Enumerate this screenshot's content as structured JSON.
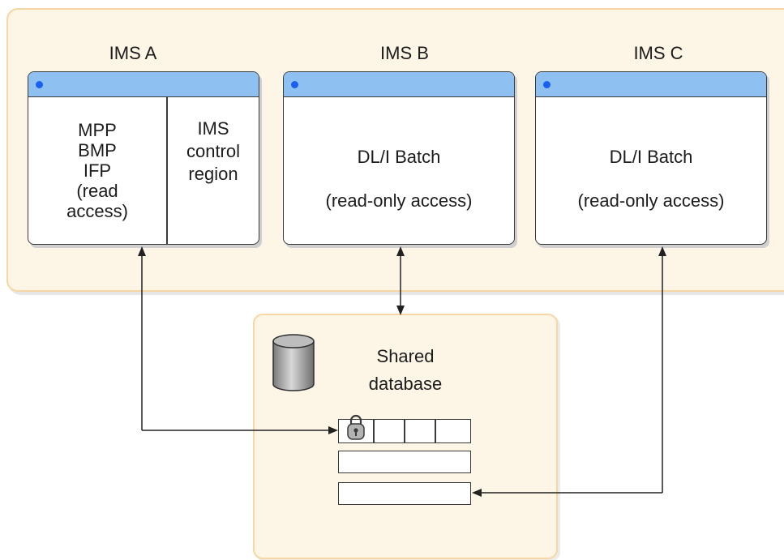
{
  "systems": [
    {
      "title": "IMS A",
      "left_lines": [
        "MPP",
        "BMP",
        "IFP",
        "(read",
        "access)"
      ],
      "right_lines": [
        "IMS",
        "control",
        "region"
      ]
    },
    {
      "title": "IMS B",
      "lines": [
        "DL/I Batch",
        "(read-only access)"
      ]
    },
    {
      "title": "IMS C",
      "lines": [
        "DL/I Batch",
        "(read-only access)"
      ]
    }
  ],
  "database": {
    "label_lines": [
      "Shared",
      "database"
    ]
  },
  "colors": {
    "panel_fill": "#fdf5e6",
    "panel_border": "#f6d7a3",
    "title_bar": "#8fc0f2",
    "title_dot": "#1a5ff0"
  },
  "icons": [
    "database-cylinder-icon",
    "lock-icon"
  ]
}
